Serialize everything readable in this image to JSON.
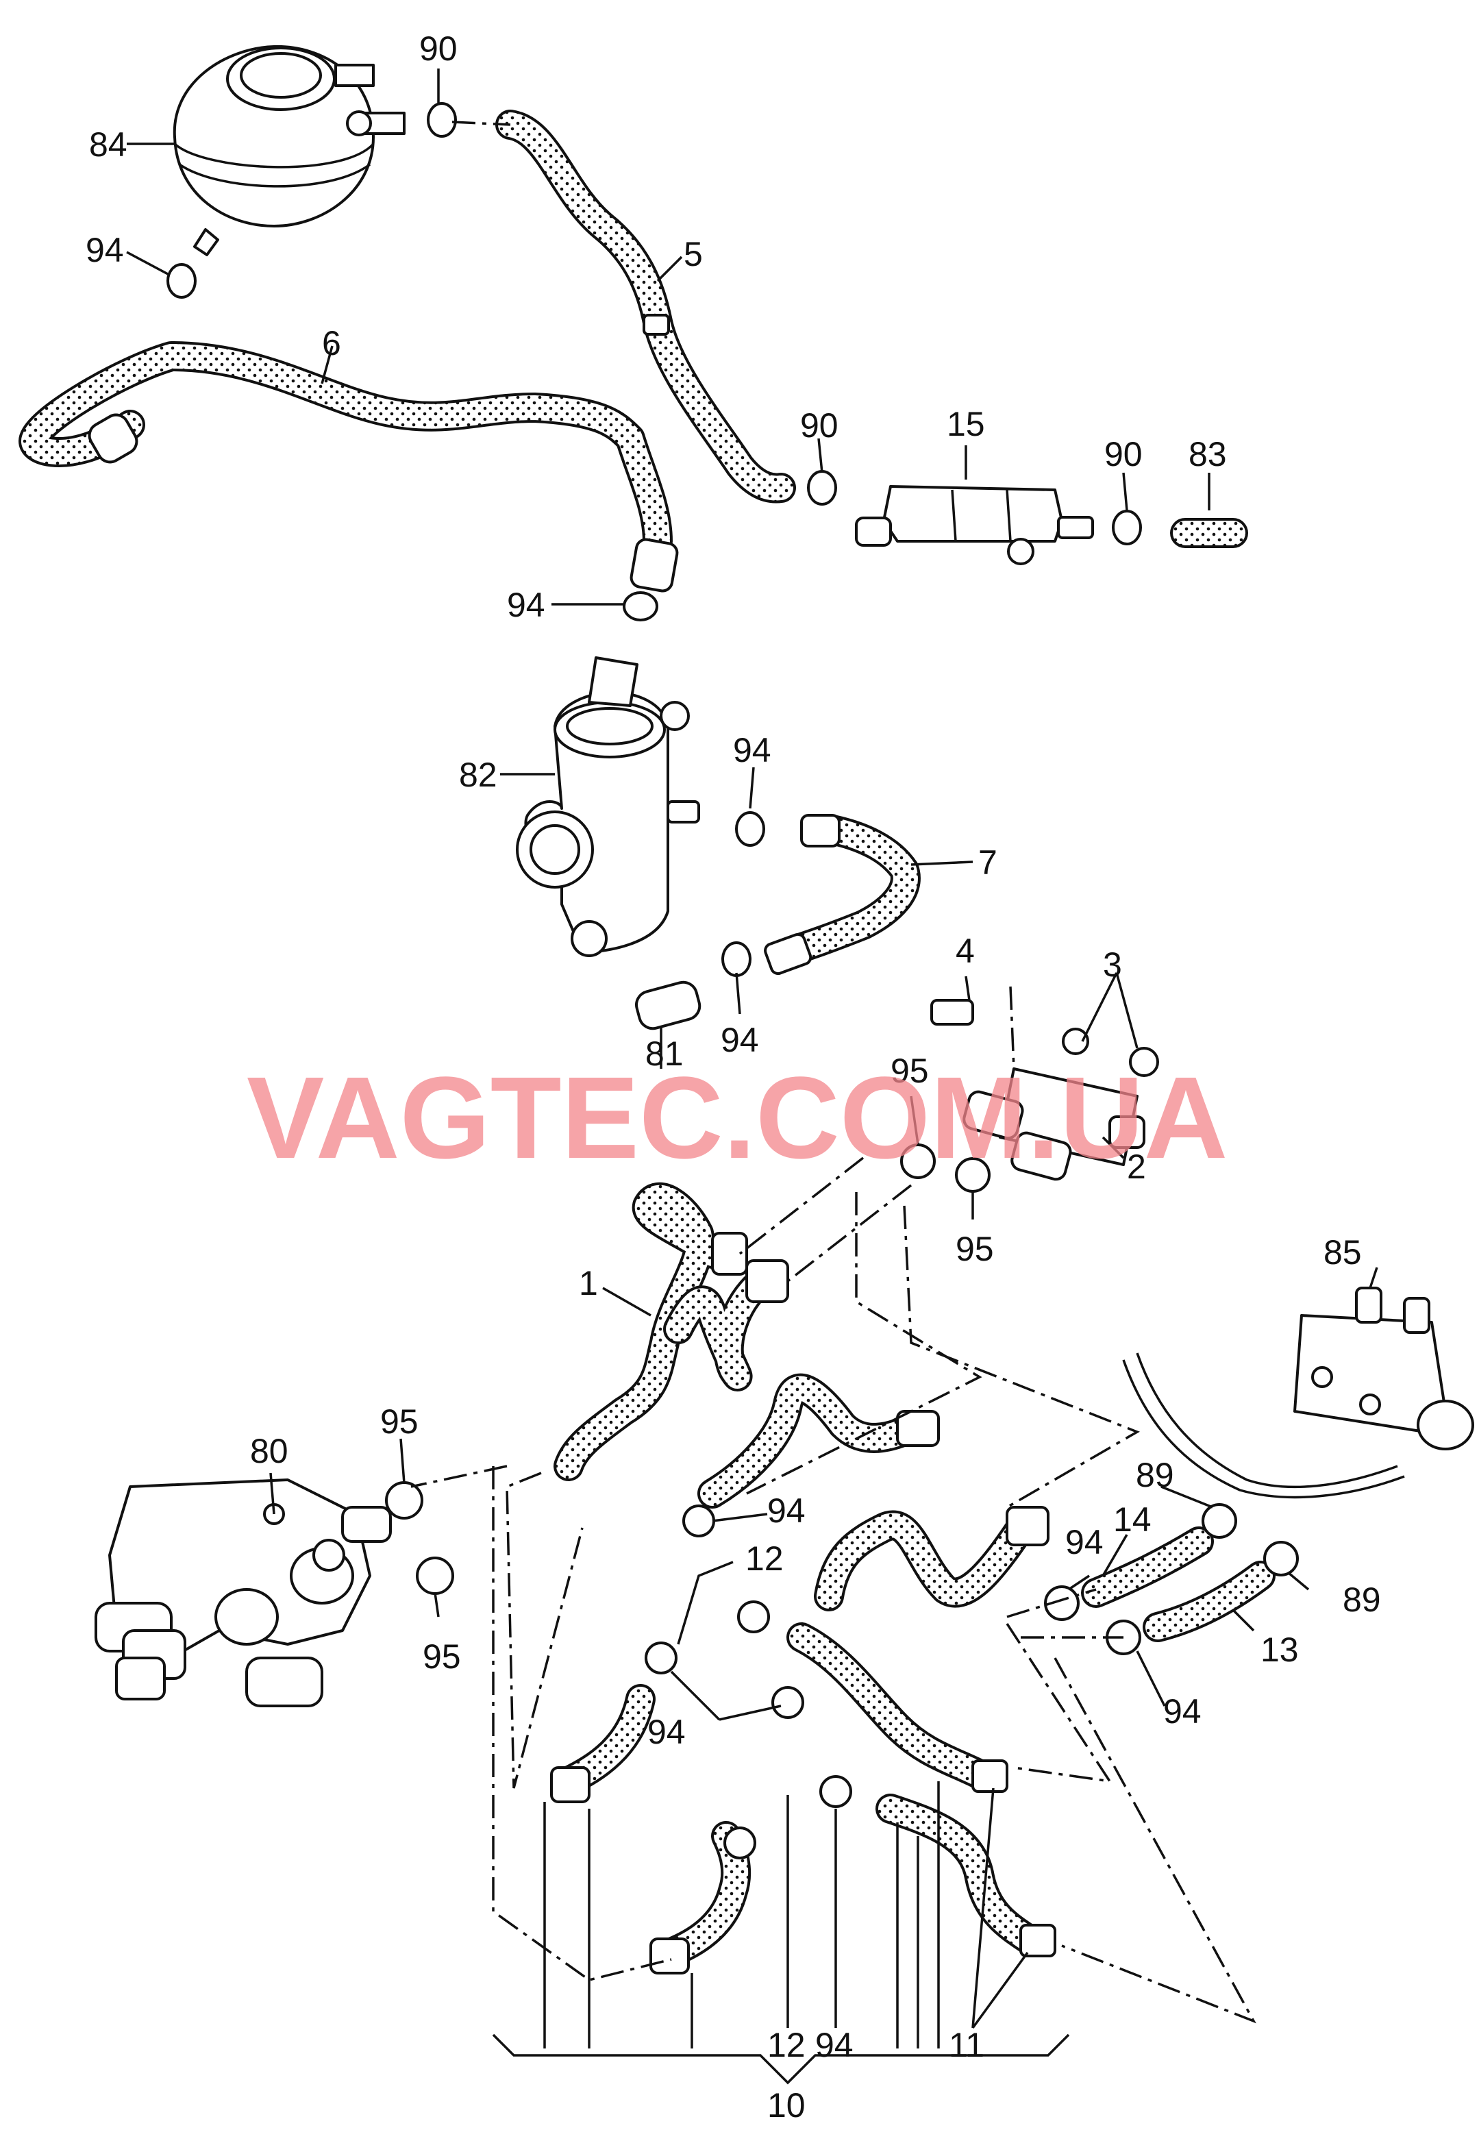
{
  "watermark": "VAGTEC.COM.UA",
  "callouts": {
    "c84": "84",
    "c90a": "90",
    "c94a": "94",
    "c6": "6",
    "c5": "5",
    "c90b": "90",
    "c15": "15",
    "c90c": "90",
    "c83": "83",
    "c94b": "94",
    "c82": "82",
    "c94c": "94",
    "c7": "7",
    "c4": "4",
    "c3": "3",
    "c94d": "94",
    "c81": "81",
    "c95a": "95",
    "c2": "2",
    "c95b": "95",
    "c1": "1",
    "c85": "85",
    "c80": "80",
    "c95c": "95",
    "c95d": "95",
    "c94e": "94",
    "c12a": "12",
    "c89a": "89",
    "c14": "14",
    "c94f": "94",
    "c94g": "94",
    "c89b": "89",
    "c13": "13",
    "c94h": "94",
    "c12b": "12",
    "c94i": "94",
    "c11": "11",
    "c10": "10"
  }
}
